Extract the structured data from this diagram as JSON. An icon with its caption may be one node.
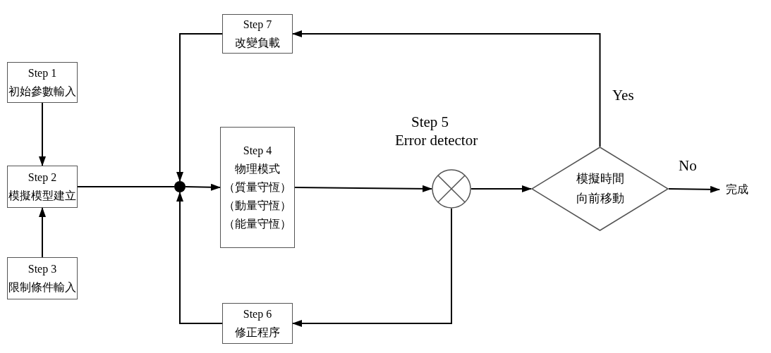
{
  "diagram": {
    "nodes": [
      {
        "text": [
          "Step 1",
          "初始參數輸入"
        ]
      },
      {
        "text": [
          "Step 2",
          "模擬模型建立"
        ]
      },
      {
        "text": [
          "Step 3",
          "限制條件輸入"
        ]
      },
      {
        "text": [
          "Step 7",
          "改變負載"
        ]
      },
      {
        "text": [],
        "shape": "circle"
      },
      {
        "text": [
          "Step 4",
          "物理模式",
          "（質量守恆）",
          "（動量守恆）",
          "（能量守恆）"
        ]
      },
      {
        "text": [],
        "shape": "circle",
        "beside": [
          "Step 5",
          "Error detector"
        ]
      },
      {
        "text": [
          "模擬時間向前移動"
        ]
      },
      {
        "text": [
          "完成"
        ]
      },
      {
        "text": [
          "Step 6",
          "修正程序"
        ]
      }
    ],
    "edges": [
      {
        "from": 0,
        "to": 1,
        "arrow": "to"
      },
      {
        "from": 2,
        "to": 1,
        "arrow": "to"
      },
      {
        "from": 1,
        "to": 4,
        "arrow": "none"
      },
      {
        "from": 3,
        "to": 4,
        "arrow": "to"
      },
      {
        "from": 9,
        "to": 4,
        "arrow": "to"
      },
      {
        "from": 4,
        "to": 5,
        "arrow": "to"
      },
      {
        "from": 5,
        "to": 6,
        "arrow": "to"
      },
      {
        "from": 6,
        "to": 7,
        "arrow": "to"
      },
      {
        "from": 7,
        "to": 8,
        "arrow": "to",
        "label": "No"
      },
      {
        "from": 7,
        "to": 3,
        "arrow": "to",
        "label": "Yes"
      },
      {
        "from": 6,
        "to": 9,
        "arrow": "to"
      }
    ]
  }
}
